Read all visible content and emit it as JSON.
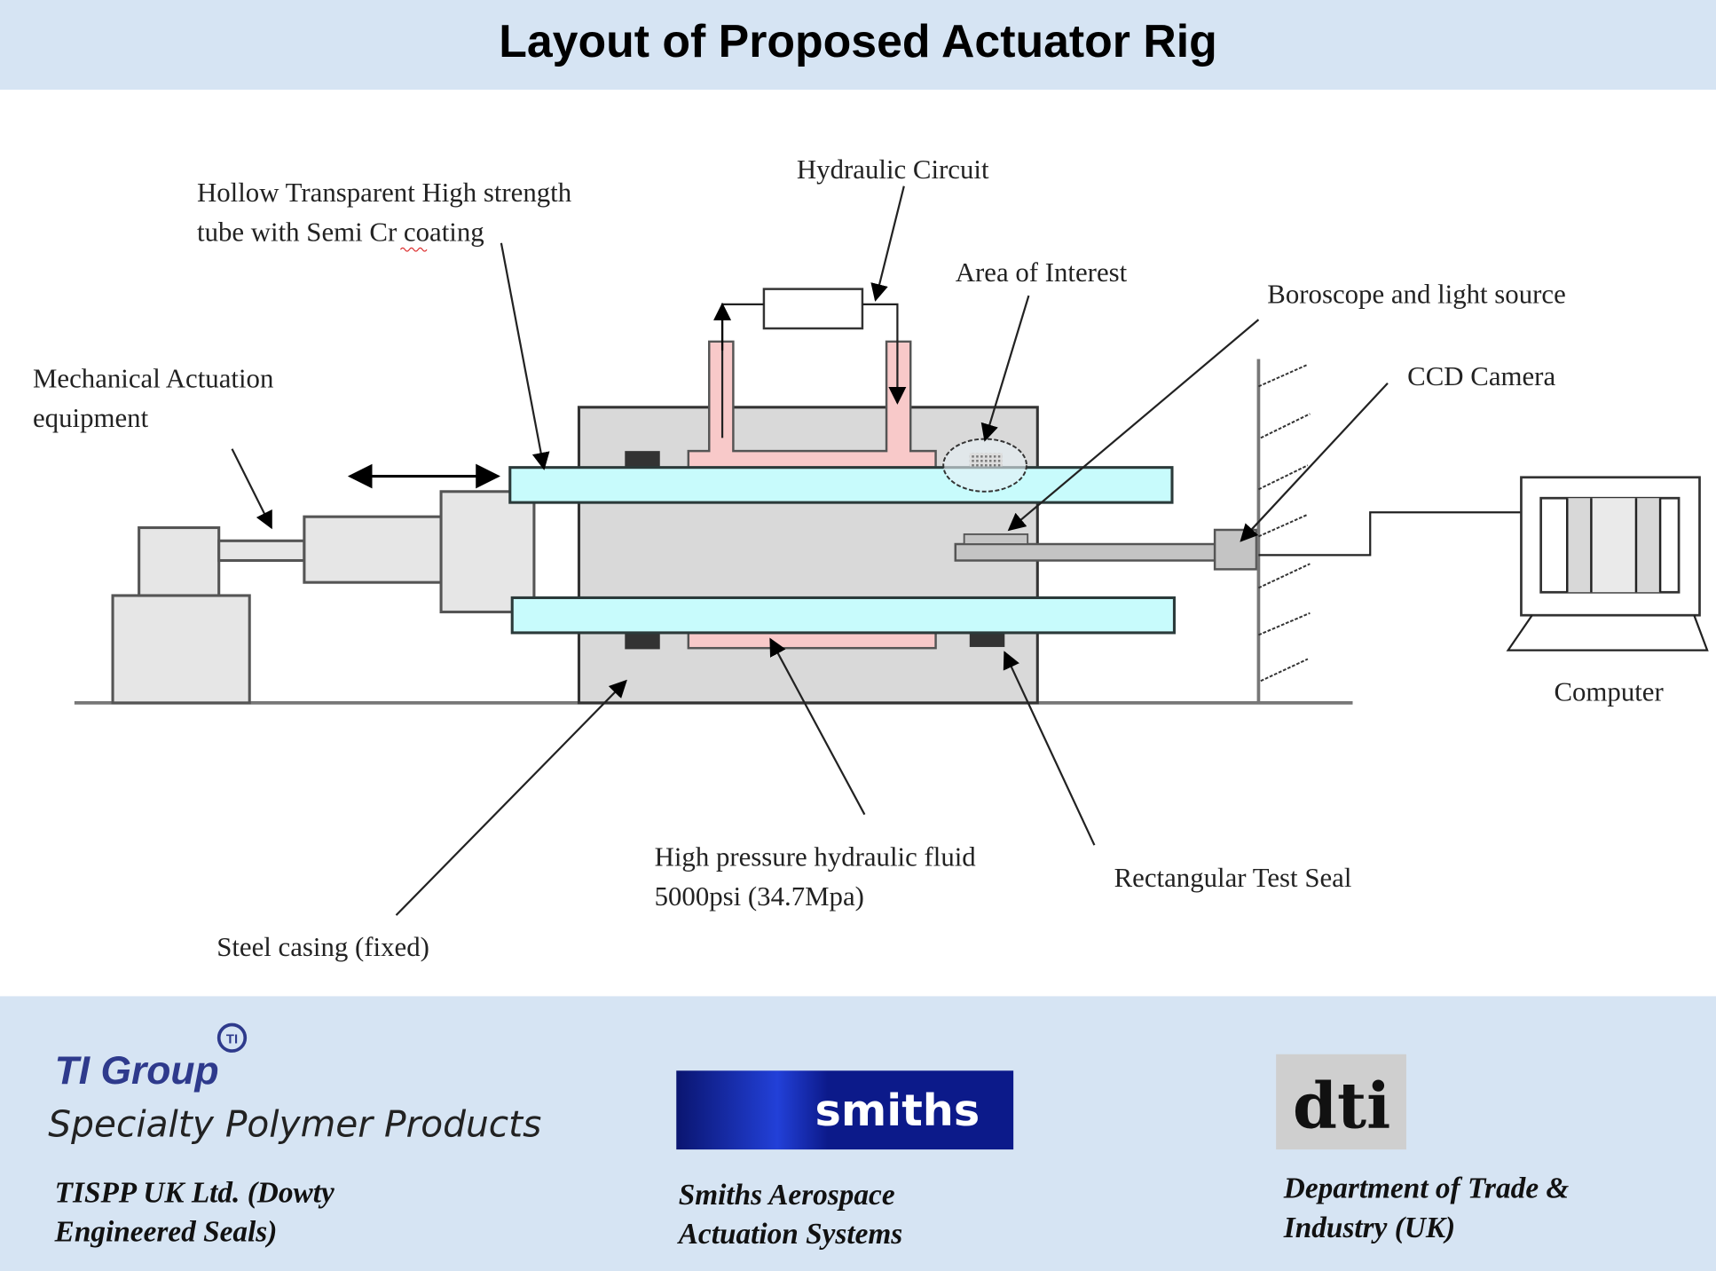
{
  "title": "Layout of Proposed Actuator Rig",
  "labels": {
    "tube": [
      "Hollow Transparent High strength",
      "tube with Semi Cr coating"
    ],
    "hydraulic_circuit": "Hydraulic Circuit",
    "area_of_interest": "Area of Interest",
    "boroscope": "Boroscope and light source",
    "ccd_camera": "CCD Camera",
    "mechanical": [
      "Mechanical Actuation",
      "equipment"
    ],
    "computer": "Computer",
    "fluid": [
      "High pressure hydraulic fluid",
      "5000psi (34.7Mpa)"
    ],
    "test_seal": "Rectangular Test Seal",
    "steel_casing": "Steel casing (fixed)"
  },
  "footer": {
    "ti": {
      "logo_line1": "TI Group",
      "logo_line2": "Specialty Polymer Products",
      "caption": [
        "TISPP UK Ltd. (Dowty",
        "Engineered Seals)"
      ]
    },
    "smiths": {
      "logo": "smiths",
      "caption": [
        "Smiths Aerospace",
        "Actuation Systems"
      ]
    },
    "dti": {
      "logo": "dti",
      "caption": [
        "Department of Trade &",
        "Industry (UK)"
      ]
    }
  },
  "colors": {
    "band": "#d6e4f3",
    "tube": "#c8fbfc",
    "fluid": "#f8c9c9",
    "casing": "#d9d9d9",
    "smiths_blue": "#0c1a8a",
    "ti_blue": "#2e3a8c"
  }
}
